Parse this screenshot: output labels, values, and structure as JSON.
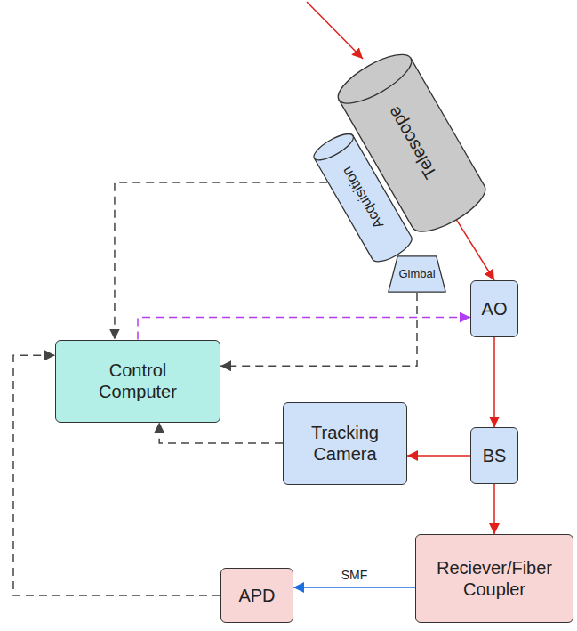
{
  "diagram": {
    "nodes": [
      {
        "text": [
          "Telescope"
        ]
      },
      {
        "text": [
          "Acquisition"
        ]
      },
      {
        "text": [
          "Gimbal"
        ]
      },
      {
        "text": [
          "AO"
        ]
      },
      {
        "text": [
          "Control Computer"
        ]
      },
      {
        "text": [
          "Tracking Camera"
        ]
      },
      {
        "text": [
          "BS"
        ]
      },
      {
        "text": [
          "Reciever/Fiber Coupler"
        ]
      },
      {
        "text": [
          "APD"
        ]
      }
    ],
    "edges": [
      {
        "from": 0,
        "to": 3,
        "arrow": "to"
      },
      {
        "from": 1,
        "to": 4,
        "arrow": "to"
      },
      {
        "from": 2,
        "to": 4,
        "arrow": "to"
      },
      {
        "from": 4,
        "to": 3,
        "arrow": "to"
      },
      {
        "from": 3,
        "to": 6,
        "arrow": "to"
      },
      {
        "from": 6,
        "to": 5,
        "arrow": "to"
      },
      {
        "from": 5,
        "to": 4,
        "arrow": "to"
      },
      {
        "from": 6,
        "to": 7,
        "arrow": "to"
      },
      {
        "from": 7,
        "to": 8,
        "label": "SMF",
        "arrow": "to"
      },
      {
        "from": 8,
        "to": 4,
        "arrow": "to"
      }
    ]
  }
}
